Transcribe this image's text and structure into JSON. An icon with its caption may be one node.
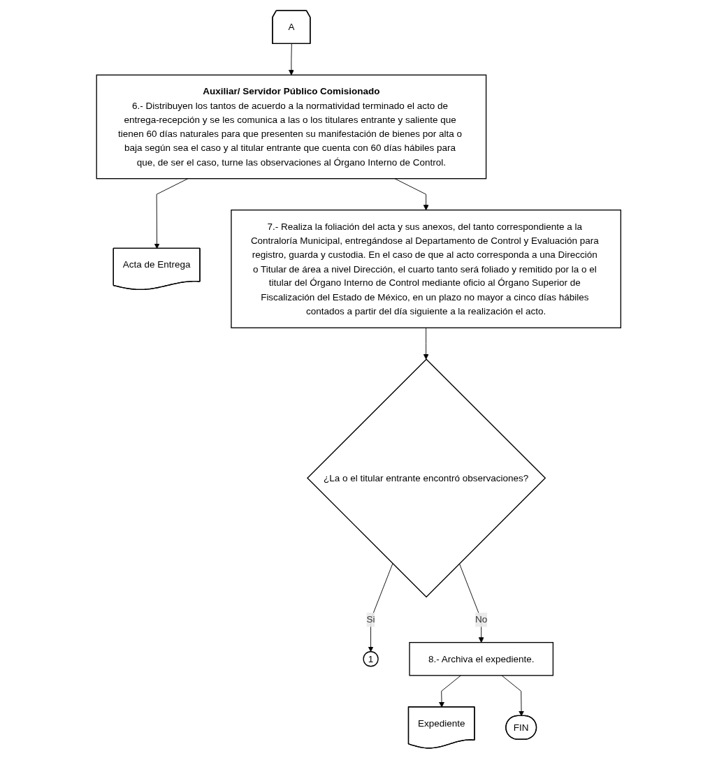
{
  "diagram": {
    "nodes": [
      {
        "text": [
          "A"
        ]
      },
      {
        "text": [
          "Auxiliar/ Servidor Público Comisionado",
          "6.- Distribuyen los tantos de acuerdo a la normatividad terminado el acto de entrega-recepción y se les comunica a las o los titulares entrante y saliente que tienen 60 días naturales para que presenten su manifestación de bienes por alta o baja según sea el caso y al titular entrante que cuenta con 60 días hábiles para que, de ser el caso, turne las observaciones al Órgano Interno de Control."
        ]
      },
      {
        "text": [
          "Acta de Entrega"
        ]
      },
      {
        "text": [
          "7.- Realiza la foliación del acta y sus anexos, del tanto correspondiente a la Contraloría Municipal, entregándose al Departamento de Control y Evaluación para registro, guarda y custodia. En el caso de que al acto corresponda a una Dirección o Titular de área a nivel Dirección, el cuarto tanto será foliado y remitido por la o el titular del Órgano Interno de Control mediante oficio al Órgano Superior de Fiscalización del Estado de México, en un plazo no mayor a cinco días hábiles contados a partir del día siguiente a la realización el acto."
        ]
      },
      {
        "text": [
          "¿La o el titular entrante encontró observaciones?"
        ]
      },
      {
        "text": [
          "1"
        ]
      },
      {
        "text": [
          "8.- Archiva el expediente."
        ]
      },
      {
        "text": [
          "Expediente"
        ]
      },
      {
        "text": [
          "FIN"
        ]
      }
    ],
    "edges": [
      {
        "from": 0,
        "to": 1,
        "arrow": "to"
      },
      {
        "from": 1,
        "to": 2,
        "arrow": "to"
      },
      {
        "from": 1,
        "to": 3,
        "arrow": "to"
      },
      {
        "from": 3,
        "to": 4,
        "arrow": "to"
      },
      {
        "from": 4,
        "to": 5,
        "label": "Si",
        "arrow": "to"
      },
      {
        "from": 4,
        "to": 6,
        "label": "No",
        "arrow": "to"
      },
      {
        "from": 6,
        "to": 7,
        "arrow": "to"
      },
      {
        "from": 6,
        "to": 8,
        "arrow": "to"
      }
    ]
  }
}
